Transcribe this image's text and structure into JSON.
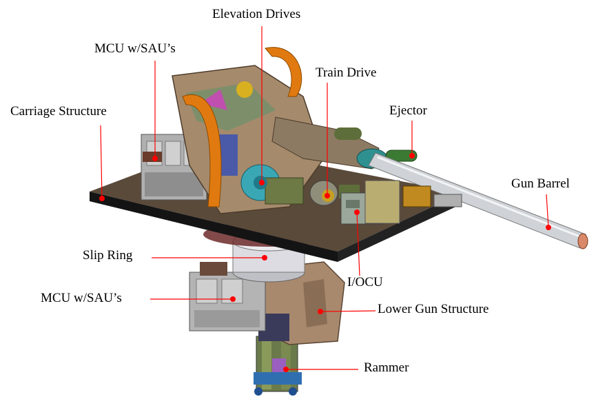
{
  "colors": {
    "leader": "#ff0000",
    "marker": "#ff0000",
    "deck": "#1a1a1a",
    "deck_top": "#5a4a3a",
    "orange": "#e07a10",
    "tan": "#a6876a",
    "barrel": "#c8ccd0",
    "teal": "#3aa7b5",
    "olive": "#5e6e3a",
    "grey_box": "#b8b8b8",
    "slip_ring": "#d8d8dc"
  },
  "labels": {
    "elevation_drives": "Elevation Drives",
    "mcu_top": "MCU w/SAU’s",
    "train_drive": "Train Drive",
    "carriage_structure": "Carriage Structure",
    "ejector": "Ejector",
    "gun_barrel": "Gun Barrel",
    "slip_ring": "Slip Ring",
    "iocu": "I/OCU",
    "mcu_bottom": "MCU w/SAU’s",
    "lower_gun_structure": "Lower Gun Structure",
    "rammer": "Rammer"
  }
}
